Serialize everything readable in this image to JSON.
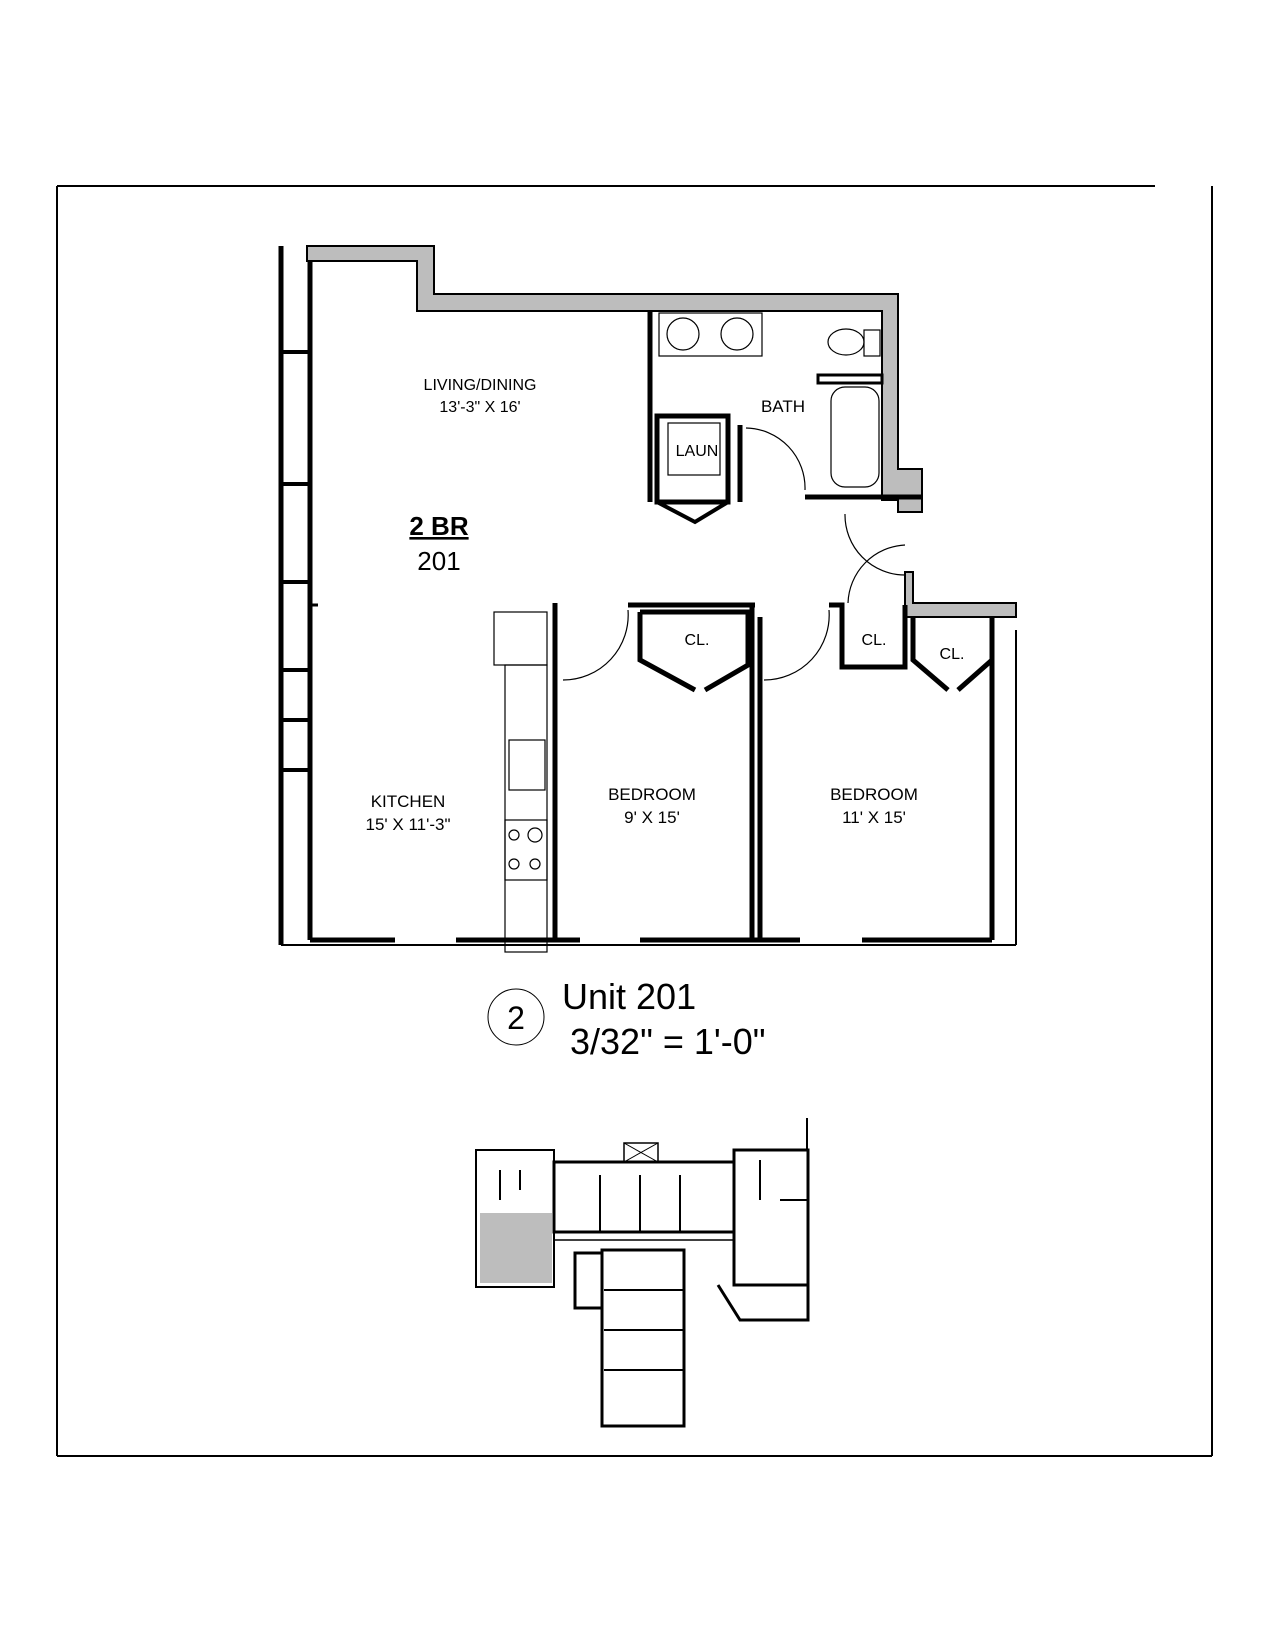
{
  "plan": {
    "unit_type": "2 BR",
    "unit_number": "201",
    "rooms": [
      {
        "name": "LIVING/DINING",
        "size": "13'-3\" X 16'"
      },
      {
        "name": "KITCHEN",
        "size": "15' X 11'-3\""
      },
      {
        "name": "BEDROOM",
        "size": "9' X 15'"
      },
      {
        "name": "BEDROOM",
        "size": "11' X 15'"
      }
    ],
    "spaces": [
      "BATH",
      "LAUN",
      "CL.",
      "CL.",
      "CL."
    ]
  },
  "caption": {
    "view_number": "2",
    "title": "Unit 201",
    "scale": "3/32\" = 1'-0\""
  },
  "key_plan": {
    "highlight_color": "#bdbdbd"
  },
  "colors": {
    "wall": "#000000",
    "shared_wall": "#bdbdbd"
  }
}
